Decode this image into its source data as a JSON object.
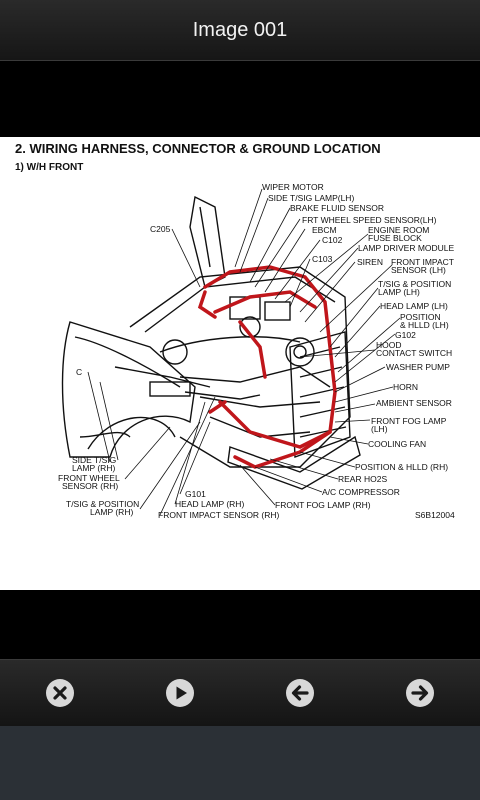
{
  "header": {
    "title": "Image 001"
  },
  "diagram": {
    "heading": "2. WIRING HARNESS, CONNECTOR & GROUND LOCATION",
    "subheading": "1) W/H FRONT",
    "code": "S6B12004",
    "labels_right": [
      "WIPER MOTOR",
      "SIDE T/SIG LAMP(LH)",
      "BRAKE FLUID SENSOR",
      "FRT WHEEL SPEED SENSOR(LH)",
      "EBCM",
      "C102",
      "ENGINE ROOM",
      "FUSE BLOCK",
      "LAMP DRIVER MODULE",
      "C103",
      "SIREN",
      "FRONT IMPACT",
      "SENSOR (LH)",
      "T/SIG & POSITION",
      "LAMP (LH)",
      "HEAD LAMP (LH)",
      "POSITION",
      "& HLLD (LH)",
      "G102",
      "HOOD",
      "CONTACT SWITCH",
      "WASHER PUMP",
      "HORN",
      "AMBIENT SENSOR",
      "FRONT FOG LAMP",
      "(LH)",
      "COOLING FAN",
      "POSITION & HLLD (RH)",
      "REAR HO2S",
      "A/C COMPRESSOR",
      "FRONT FOG LAMP (RH)"
    ],
    "labels_left": [
      "C205",
      "C",
      "SIDE T/SIG",
      "LAMP (RH)",
      "FRONT WHEEL",
      "SENSOR (RH)",
      "T/SIG & POSITION",
      "LAMP (RH)",
      "G101",
      "HEAD LAMP (RH)",
      "FRONT IMPACT SENSOR (RH)"
    ]
  },
  "toolbar": {
    "close": "close-icon",
    "play": "play-icon",
    "prev": "arrow-left-icon",
    "next": "arrow-right-icon"
  },
  "colors": {
    "harness": "#c0161b",
    "icon": "#d8d8d8"
  }
}
